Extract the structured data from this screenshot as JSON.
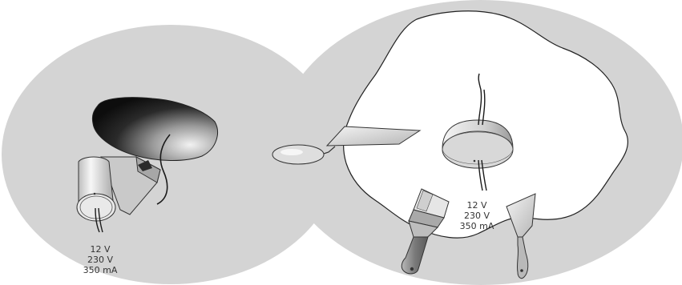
{
  "left_step": {
    "labels": [
      "12 V",
      "230 V",
      "350 mA"
    ]
  },
  "right_step": {
    "labels": [
      "12 V",
      "230 V",
      "350 mA"
    ]
  },
  "colors": {
    "background_gray": "#d4d4d4",
    "plaster_white": "#ffffff",
    "metal_light": "#eeeeee",
    "metal_dark": "#8a8a8a",
    "outline": "#333333",
    "hole_dark": "#111111"
  },
  "icons": [
    "ceiling-hole",
    "recessed-fixture-housing",
    "cable",
    "trowel",
    "plaster-patch",
    "round-fixture-cover",
    "paint-brush",
    "putty-knife"
  ]
}
